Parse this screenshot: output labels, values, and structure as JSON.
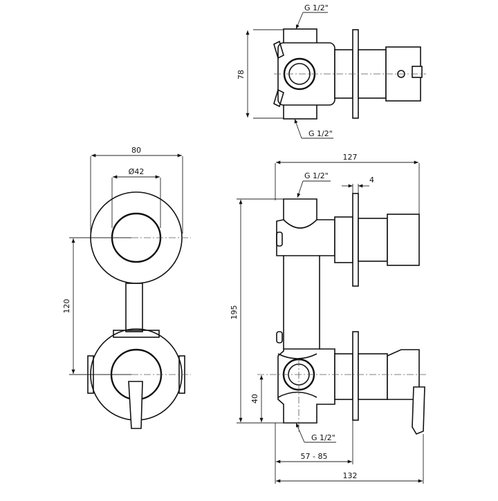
{
  "dimensions": {
    "thread_top_1": "G 1/2\"",
    "thread_top_2": "G 1/2\"",
    "depth_78": "78",
    "width_80": "80",
    "diameter_42": "Ø42",
    "height_120": "120",
    "depth_127": "127",
    "thread_side_top": "G 1/2\"",
    "plate_4": "4",
    "height_195": "195",
    "height_40": "40",
    "thread_side_bottom": "G 1/2\"",
    "range_57_85": "57 - 85",
    "depth_132": "132"
  }
}
